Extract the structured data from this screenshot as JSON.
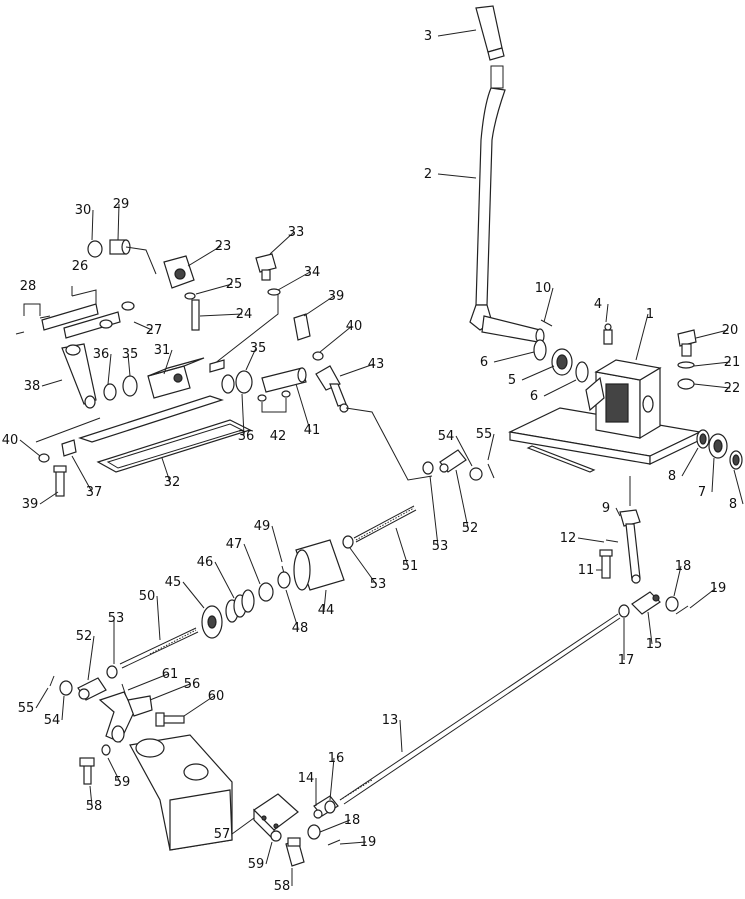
{
  "diagram": {
    "kind": "exploded parts view",
    "callouts": [
      "1",
      "2",
      "3",
      "4",
      "5",
      "6",
      "6",
      "7",
      "8",
      "8",
      "9",
      "10",
      "11",
      "12",
      "13",
      "14",
      "15",
      "16",
      "17",
      "18",
      "18",
      "19",
      "19",
      "20",
      "21",
      "22",
      "23",
      "24",
      "25",
      "26",
      "27",
      "28",
      "29",
      "30",
      "31",
      "32",
      "33",
      "34",
      "35",
      "35",
      "36",
      "36",
      "37",
      "38",
      "39",
      "39",
      "40",
      "40",
      "41",
      "42",
      "43",
      "44",
      "45",
      "46",
      "47",
      "48",
      "49",
      "50",
      "51",
      "52",
      "52",
      "53",
      "53",
      "53",
      "54",
      "54",
      "55",
      "55",
      "56",
      "57",
      "58",
      "58",
      "59",
      "59",
      "60",
      "61"
    ]
  }
}
